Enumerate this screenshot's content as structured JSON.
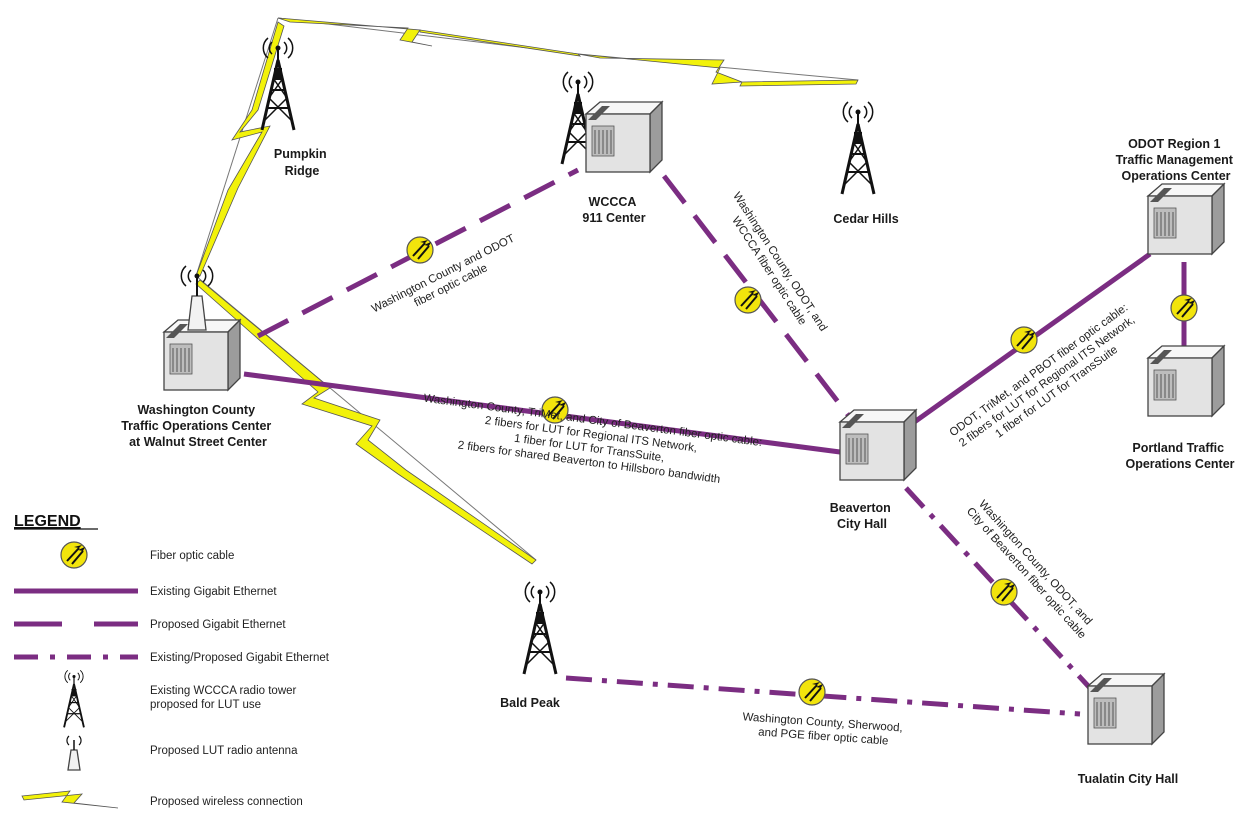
{
  "nodes": {
    "pumpkin_ridge": [
      "Pumpkin",
      "Ridge"
    ],
    "wccca": [
      "WCCCA",
      "911 Center"
    ],
    "cedar_hills": [
      "Cedar Hills"
    ],
    "odot": [
      "ODOT Region 1",
      "Traffic Management",
      "Operations Center"
    ],
    "washington_county": [
      "Washington County",
      "Traffic Operations Center",
      "at Walnut Street Center"
    ],
    "beaverton": [
      "Beaverton",
      "City Hall"
    ],
    "portland": [
      "Portland Traffic",
      "Operations Center"
    ],
    "bald_peak": [
      "Bald Peak"
    ],
    "tualatin": [
      "Tualatin City Hall"
    ]
  },
  "cables": {
    "wash_wccca": [
      "Washington County and ODOT",
      "fiber optic cable"
    ],
    "wccca_beaverton": [
      "Washington County, ODOT, and",
      "WCCCA fiber optic cable"
    ],
    "wash_beaverton": [
      "Washington County, TriMet, and City of Beaverton fiber optic cable:",
      "2 fibers for LUT for Regional ITS Network,",
      "1 fiber for LUT for TransSuite,",
      "2 fibers for shared Beaverton to Hillsboro bandwidth"
    ],
    "beaverton_odot": [
      "ODOT, TriMet, and PBOT fiber optic cable:",
      "2 fibers for LUT for Regional ITS Network,",
      "1 fiber for LUT for TransSuite"
    ],
    "beaverton_tualatin": [
      "Washington County, ODOT, and",
      "City of Beaverton fiber optic cable"
    ],
    "baldpeak_tualatin": [
      "Washington County, Sherwood,",
      "and PGE fiber optic cable"
    ]
  },
  "legend": {
    "title": "LEGEND",
    "items": {
      "fiber": "Fiber optic cable",
      "existing_gige": "Existing Gigabit Ethernet",
      "proposed_gige": "Proposed Gigabit Ethernet",
      "existing_proposed_gige": "Existing/Proposed Gigabit Ethernet",
      "tower": [
        "Existing WCCCA radio tower",
        "proposed for LUT use"
      ],
      "antenna": "Proposed LUT radio antenna",
      "wireless": "Proposed wireless connection"
    }
  },
  "colors": {
    "ethernet": "#7b2d82",
    "wireless_fill": "#f2f20a",
    "fiber_icon": "#f2e40c",
    "server_body": "#e6e6e6"
  }
}
